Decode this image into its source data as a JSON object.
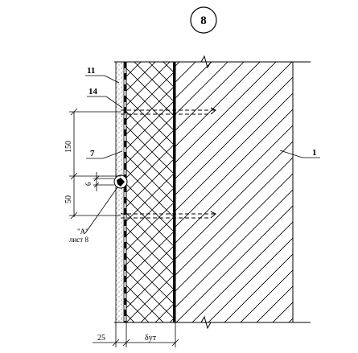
{
  "sheet_number": "8",
  "callouts": {
    "c11": "11",
    "c14": "14",
    "c7": "7",
    "c1": "1",
    "detail_ref_line1": "\"A\"",
    "detail_ref_line2": "лист 8"
  },
  "dimensions": {
    "d150": "150",
    "d50": "50",
    "d6": "6",
    "d25": "25",
    "d_insulation": "δут"
  }
}
